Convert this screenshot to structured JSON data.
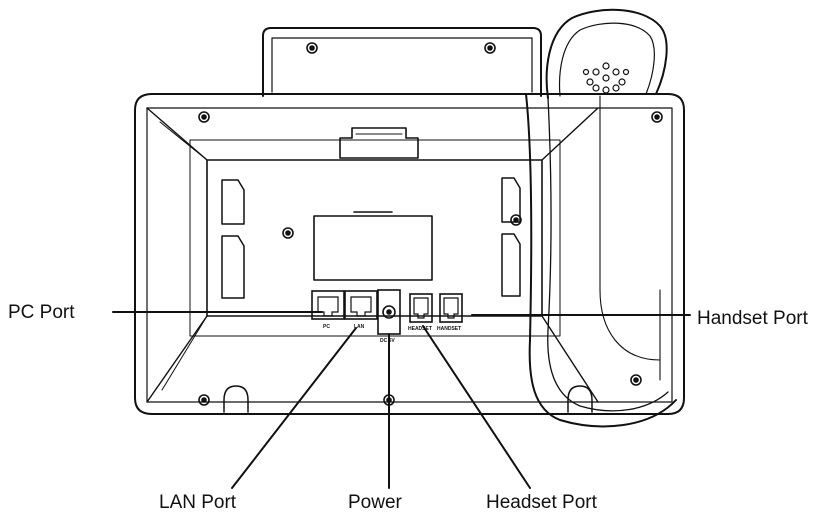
{
  "callouts": {
    "pc_port": "PC Port",
    "handset_port": "Handset Port",
    "lan_port": "LAN Port",
    "power": "Power",
    "headset_port": "Headset Port"
  },
  "port_labels": {
    "pc": "PC",
    "lan": "LAN",
    "power": "DC 5V",
    "headset": "HEADSET",
    "handset": "HANDSET"
  },
  "colors": {
    "line": "#111111",
    "background": "#ffffff"
  }
}
